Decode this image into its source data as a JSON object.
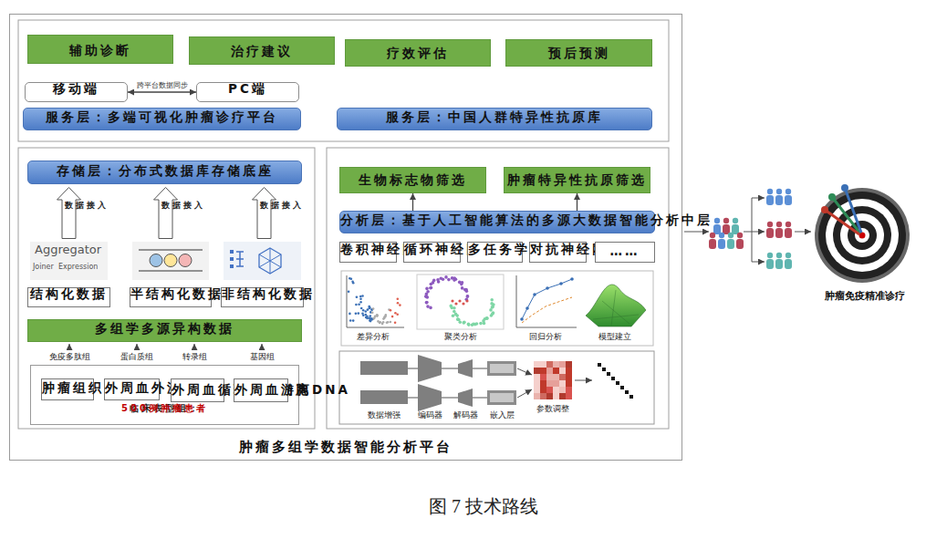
{
  "diagram": {
    "caption": "图 7 技术路线",
    "nodes": [
      {
        "text": [
          "肿瘤多组学数据智能分析平台"
        ]
      },
      {
        "text": [
          "辅助诊断"
        ],
        "in": 0
      },
      {
        "text": [
          "治疗建议"
        ],
        "in": 0
      },
      {
        "text": [
          "疗效评估"
        ],
        "in": 0
      },
      {
        "text": [
          "预后预测"
        ],
        "in": 0
      },
      {
        "text": [
          "移动端"
        ],
        "in": 0
      },
      {
        "text": [
          "PC端"
        ],
        "in": 0
      },
      {
        "text": [
          "服务层：多端可视化肿瘤诊疗平台"
        ],
        "in": 0
      },
      {
        "text": [
          "服务层：中国人群特异性抗原库"
        ],
        "in": 0
      },
      {
        "text": [
          "存储层：分布式数据库存储底座"
        ],
        "in": 0
      },
      {
        "text": [
          "数据接入"
        ],
        "in": 0
      },
      {
        "text": [
          "数据接入"
        ],
        "in": 0
      },
      {
        "text": [
          "数据接入"
        ],
        "in": 0
      },
      {
        "text": [
          "结构化数据"
        ],
        "in": 0
      },
      {
        "text": [
          "半结构化数据"
        ],
        "in": 0
      },
      {
        "text": [
          "非结构化数据"
        ],
        "in": 0
      },
      {
        "text": [
          "多组学多源异构数据"
        ],
        "in": 0
      },
      {
        "text": [
          "临床表型组：",
          "500例肿瘤患者"
        ],
        "in": 0
      },
      {
        "text": [
          "肿瘤组织"
        ],
        "in": 17
      },
      {
        "text": [
          "外周血外泌体"
        ],
        "in": 17
      },
      {
        "text": [
          "外周血循环肿瘤细胞"
        ],
        "in": 17
      },
      {
        "text": [
          "外周血游离DNA"
        ],
        "in": 17
      },
      {
        "text": [
          "生物标志物筛选"
        ],
        "in": 0
      },
      {
        "text": [
          "肿瘤特异性抗原筛选"
        ],
        "in": 0
      },
      {
        "text": [
          "分析层：基于人工智能算法的多源大数据智能分析中层"
        ],
        "in": 0
      },
      {
        "text": [
          "卷积神经网络"
        ],
        "in": 0
      },
      {
        "text": [
          "循环神经网络"
        ],
        "in": 0
      },
      {
        "text": [
          "多任务学习"
        ],
        "in": 0
      },
      {
        "text": [
          "对抗神经网络"
        ],
        "in": 0
      },
      {
        "text": [
          "……"
        ],
        "in": 0
      }
    ],
    "edges": [
      {
        "from": 5,
        "to": 6,
        "label": "跨平台数据同步",
        "arrow": "both"
      },
      {
        "from": 24,
        "to": 22,
        "arrow": "to"
      },
      {
        "from": 24,
        "to": 23,
        "arrow": "to"
      }
    ],
    "labels": [
      "Aggregator",
      "Joiner",
      "Expression",
      "免疫多肽组",
      "蛋白质组",
      "转录组",
      "基因组",
      "差异分析",
      "聚类分析",
      "回归分析",
      "模型建立",
      "数据增强",
      "编码器",
      "解码器",
      "嵌入层",
      "参数调整",
      "肿瘤免疫精准诊疗"
    ]
  }
}
